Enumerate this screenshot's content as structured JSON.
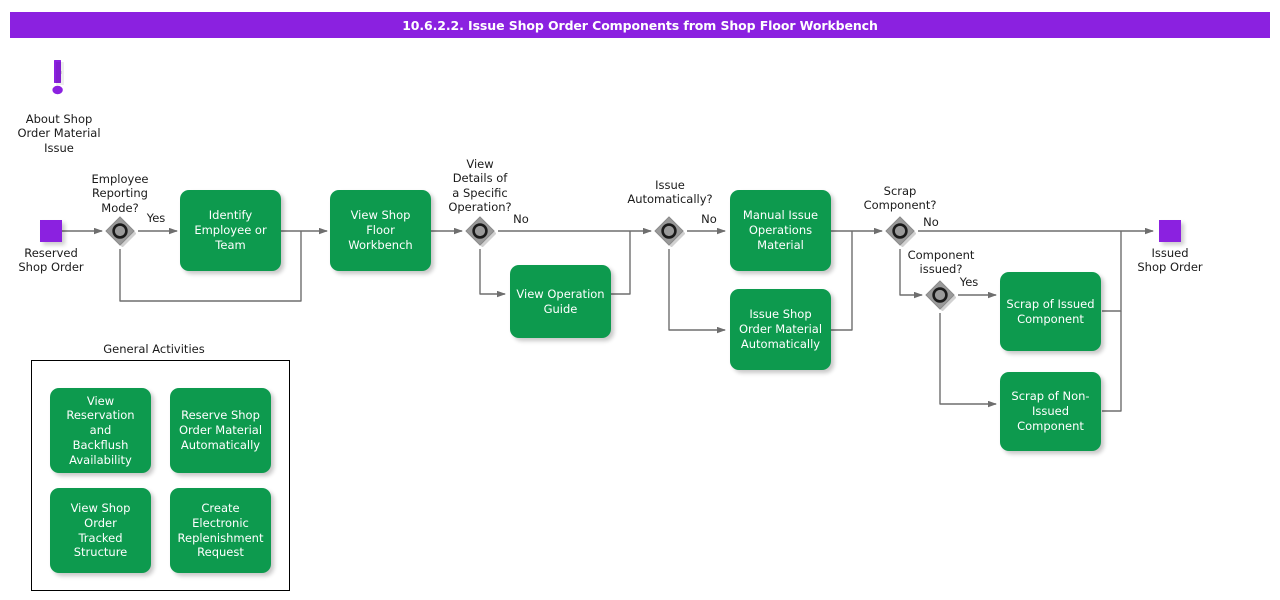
{
  "header": {
    "title": "10.6.2.2. Issue Shop Order Components from Shop Floor Workbench",
    "bar_color": "#8b21e0"
  },
  "palette": {
    "activity_green": "#0d9a4e",
    "marker_purple": "#8b21e0",
    "gateway_gray": "#9a9a9a",
    "connector_gray": "#6e6e6e",
    "text_dark": "#1a1a1a",
    "canvas": "#ffffff"
  },
  "info_note": {
    "icon": "exclamation-icon",
    "caption": "About Shop\nOrder Material\nIssue"
  },
  "start_node": {
    "name": "reserved-shop-order",
    "caption": "Reserved\nShop Order"
  },
  "end_node": {
    "name": "issued-shop-order",
    "caption": "Issued\nShop Order"
  },
  "gateways": [
    {
      "id": "employee-reporting-mode",
      "question": "Employee\nReporting\nMode?"
    },
    {
      "id": "view-details-of-a-specific-operation",
      "question": "View\nDetails of\na Specific\nOperation?"
    },
    {
      "id": "issue-automatically",
      "question": "Issue\nAutomatically?"
    },
    {
      "id": "scrap-component",
      "question": "Scrap\nComponent?"
    },
    {
      "id": "component-issued",
      "question": "Component\nissued?"
    }
  ],
  "edge_labels": {
    "employee_yes": "Yes",
    "view_details_no": "No",
    "issue_automatically_no": "No",
    "scrap_component_no": "No",
    "component_issued_yes": "Yes"
  },
  "activities": [
    {
      "id": "identify-employee-or-team",
      "label": "Identify\nEmployee or\nTeam"
    },
    {
      "id": "view-shop-floor-workbench",
      "label": "View Shop Floor\nWorkbench"
    },
    {
      "id": "view-operation-guide",
      "label": "View Operation\nGuide"
    },
    {
      "id": "manual-issue-operations-material",
      "label": "Manual Issue\nOperations\nMaterial"
    },
    {
      "id": "issue-shop-order-material-automatically",
      "label": "Issue Shop\nOrder Material\nAutomatically"
    },
    {
      "id": "scrap-of-issued-component",
      "label": "Scrap of Issued\nComponent"
    },
    {
      "id": "scrap-of-non-issued-component",
      "label": "Scrap of Non-\nIssued\nComponent"
    }
  ],
  "general_activities": {
    "title": "General Activities",
    "items": [
      {
        "id": "view-reservation-and-backflush-availability",
        "label": "View\nReservation and\nBackflush\nAvailability"
      },
      {
        "id": "reserve-shop-order-material-automatically",
        "label": "Reserve Shop\nOrder Material\nAutomatically"
      },
      {
        "id": "view-shop-order-tracked-structure",
        "label": "View Shop Order\nTracked\nStructure"
      },
      {
        "id": "create-electronic-replenishment-request",
        "label": "Create\nElectronic\nReplenishment\nRequest"
      }
    ]
  }
}
